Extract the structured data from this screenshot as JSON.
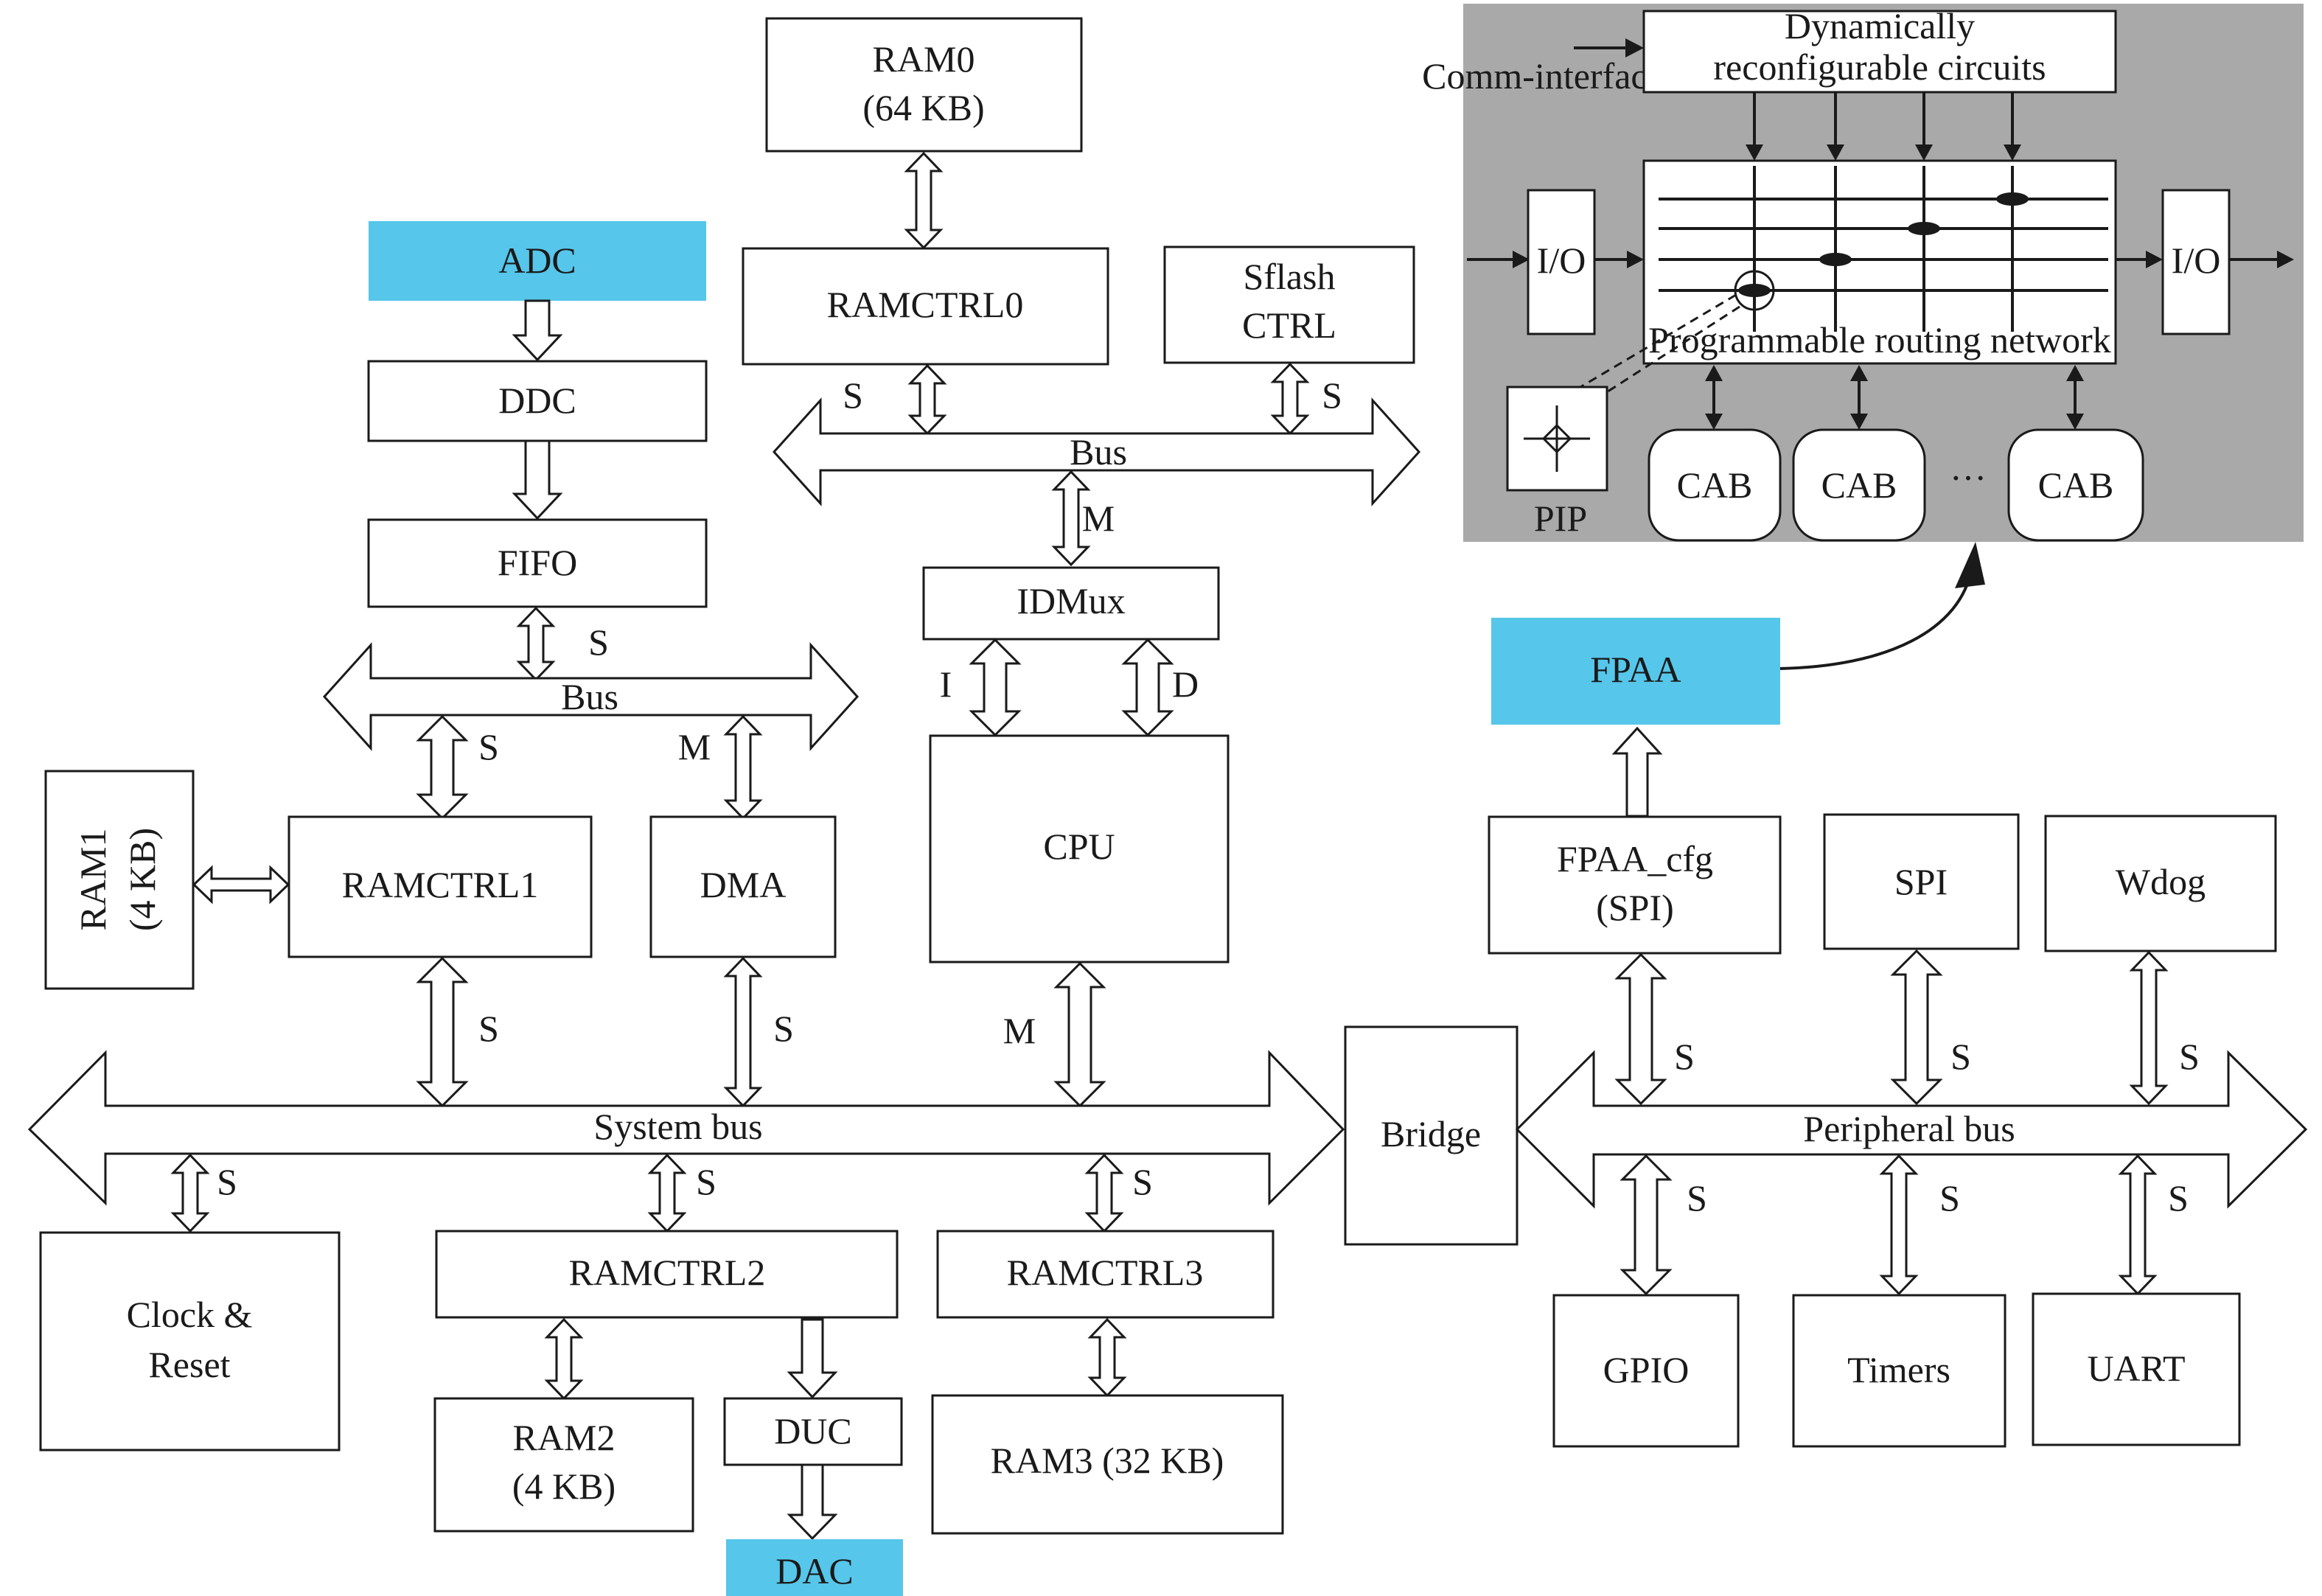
{
  "blocks": {
    "ram0_line1": "RAM0",
    "ram0_line2": "(64 KB)",
    "ramctrl0": "RAMCTRL0",
    "sflash_line1": "Sflash",
    "sflash_line2": "CTRL",
    "idmux": "IDMux",
    "cpu": "CPU",
    "adc": "ADC",
    "ddc": "DDC",
    "fifo": "FIFO",
    "ram1_line1": "RAM1",
    "ram1_line2": "(4 KB)",
    "ramctrl1": "RAMCTRL1",
    "dma": "DMA",
    "clock_line1": "Clock &",
    "clock_line2": "Reset",
    "ramctrl2": "RAMCTRL2",
    "ram2_line1": "RAM2",
    "ram2_line2": "(4 KB)",
    "duc": "DUC",
    "dac": "DAC",
    "ramctrl3": "RAMCTRL3",
    "ram3": "RAM3 (32 KB)",
    "bridge": "Bridge",
    "fpaa": "FPAA",
    "fpaa_cfg_line1": "FPAA_cfg",
    "fpaa_cfg_line2": "(SPI)",
    "spi": "SPI",
    "wdog": "Wdog",
    "gpio": "GPIO",
    "timers": "Timers",
    "uart": "UART"
  },
  "buses": {
    "top_bus": "Bus",
    "left_bus": "Bus",
    "system_bus": "System bus",
    "peripheral_bus": "Peripheral bus"
  },
  "port_labels": {
    "s": "S",
    "m": "M",
    "i": "I",
    "d": "D"
  },
  "inset": {
    "comm_interface": "Comm-interface",
    "dyn_line1": "Dynamically",
    "dyn_line2": "reconfigurable circuits",
    "io": "I/O",
    "routing": "Programmable routing network",
    "pip": "PIP",
    "cab": "CAB",
    "ellipsis": "···"
  },
  "colors": {
    "highlight": "#56c6ea",
    "inset_background": "#a9a9a9"
  }
}
